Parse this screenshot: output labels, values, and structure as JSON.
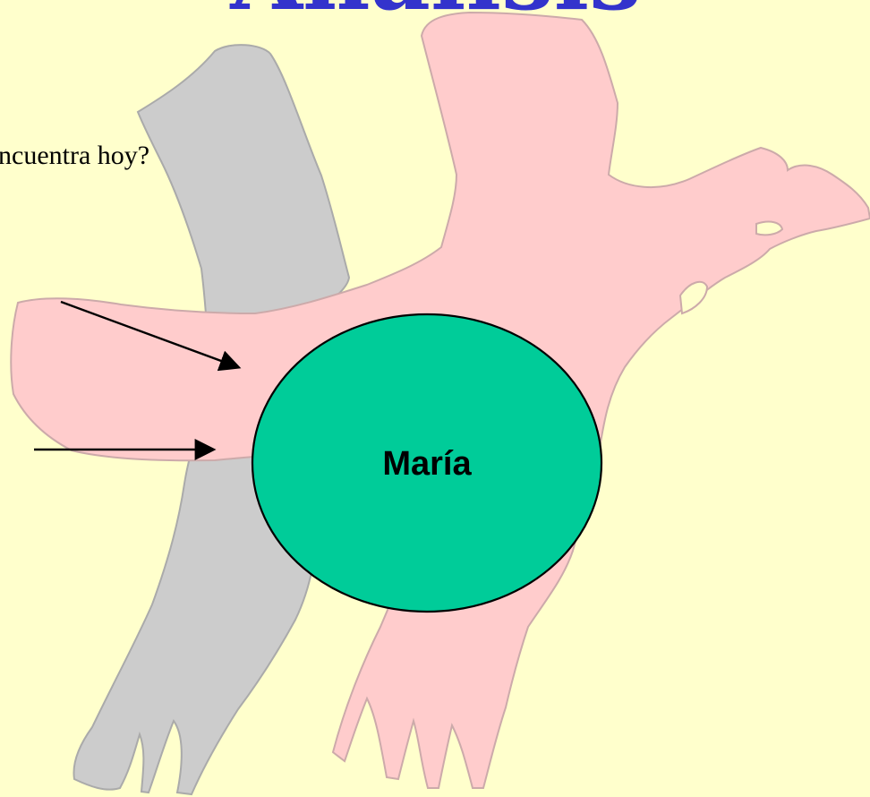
{
  "slide": {
    "title": "Análisis",
    "question": "¿Dónde se encuentra hoy?",
    "visible_question": "ncuentra hoy?"
  },
  "diagram": {
    "center_node": "María"
  },
  "colors": {
    "background": "#ffffcc",
    "title": "#3333cc",
    "pink_figure": "#ffcccc",
    "pink_outline": "#ccaaaa",
    "gray_figure": "#cccccc",
    "gray_outline": "#aaaaaa",
    "center_node_fill": "#00cc99",
    "center_node_stroke": "#000000",
    "text": "#000000",
    "arrow": "#000000"
  },
  "icons": {
    "pink_figure": "pink-figure-icon",
    "gray_figure": "gray-figure-icon",
    "arrow": "arrow-icon"
  }
}
